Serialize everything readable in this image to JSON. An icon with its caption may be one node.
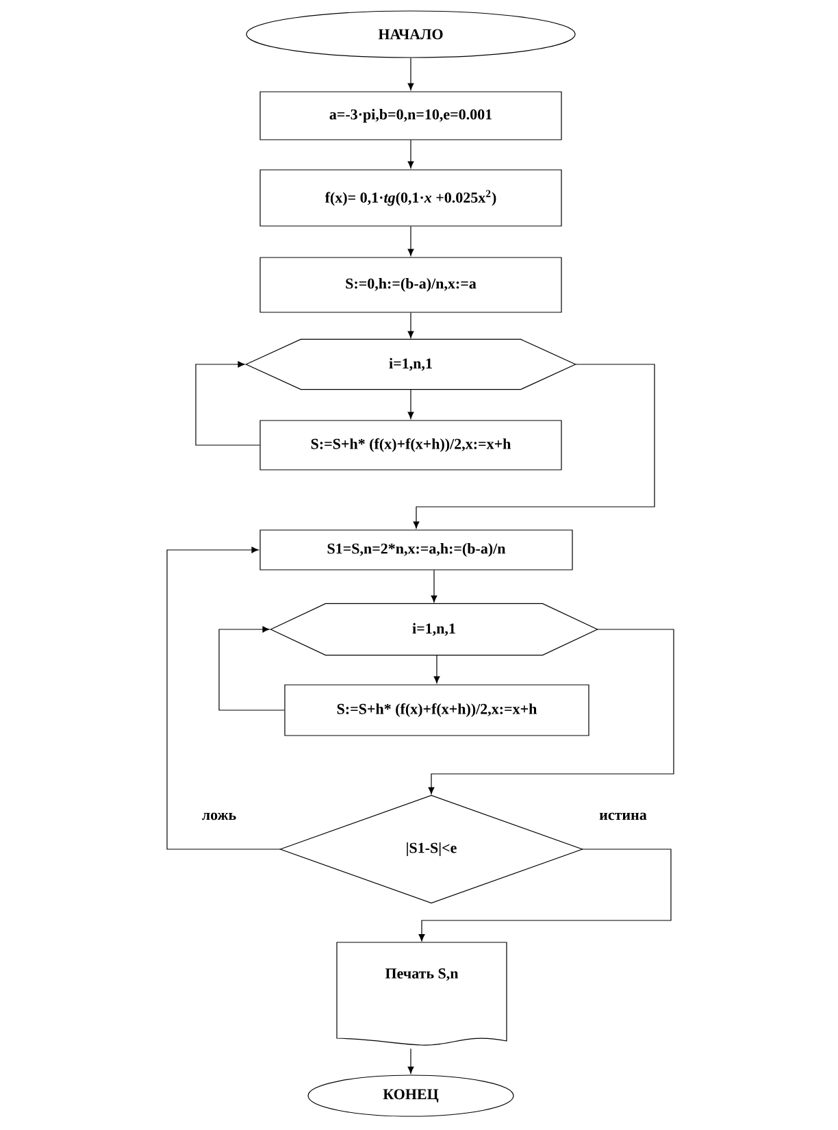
{
  "diagram": {
    "nodes": [
      {
        "text": [
          "НАЧАЛО"
        ]
      },
      {
        "text": [
          "a=-3·pi,b=0,n=10,e=0.001"
        ]
      },
      {
        "text": [
          "f(x)= 0,1·*tg*(0,1·*x* +0.025x$^{2}$)"
        ]
      },
      {
        "text": [
          "S:=0,h:=(b-a)/n,x:=a"
        ]
      },
      {
        "text": [
          "i=1,n,1"
        ]
      },
      {
        "text": [
          "S:=S+h* (f(x)+f(x+h))/2,x:=x+h"
        ]
      },
      {
        "text": [
          "S1=S,n=2*n,x:=a,h:=(b-a)/n"
        ]
      },
      {
        "text": [
          "i=1,n,1"
        ]
      },
      {
        "text": [
          "S:=S+h* (f(x)+f(x+h))/2,x:=x+h"
        ]
      },
      {
        "text": [
          "|S1-S|<e"
        ]
      },
      {
        "text": [
          "Печать S,n"
        ]
      },
      {
        "text": [
          "КОНЕЦ"
        ]
      }
    ],
    "edges": [
      {
        "from": 0,
        "to": 1,
        "arrow": "to"
      },
      {
        "from": 1,
        "to": 2,
        "arrow": "to"
      },
      {
        "from": 2,
        "to": 3,
        "arrow": "to"
      },
      {
        "from": 3,
        "to": 4,
        "arrow": "to"
      },
      {
        "from": 4,
        "to": 5,
        "arrow": "to"
      },
      {
        "from": 5,
        "to": 4,
        "arrow": "to"
      },
      {
        "from": 4,
        "to": 6,
        "arrow": "to"
      },
      {
        "from": 6,
        "to": 7,
        "arrow": "to"
      },
      {
        "from": 7,
        "to": 8,
        "arrow": "to"
      },
      {
        "from": 8,
        "to": 7,
        "arrow": "to"
      },
      {
        "from": 7,
        "to": 9,
        "arrow": "to"
      },
      {
        "from": 9,
        "to": 6,
        "arrow": "to",
        "label": "ложь"
      },
      {
        "from": 9,
        "to": 10,
        "arrow": "to",
        "label": "истина"
      },
      {
        "from": 10,
        "to": 11,
        "arrow": "to"
      }
    ]
  }
}
